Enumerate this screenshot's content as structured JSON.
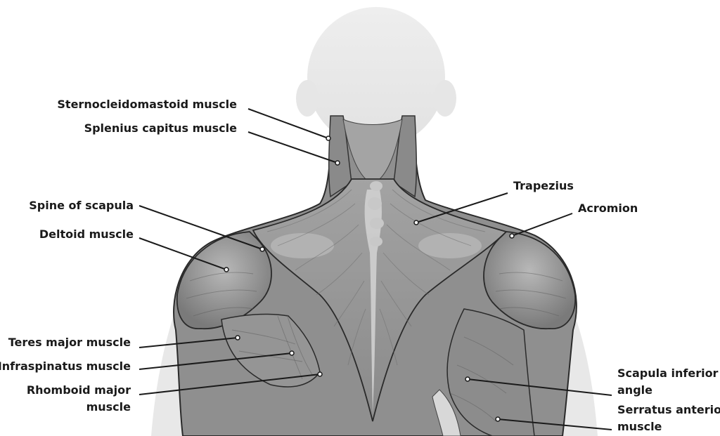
{
  "labels": {
    "sternocleidomastoid": "Sternocleidomastoid muscle",
    "splenius": "Splenius capitus muscle",
    "spine_scapula": "Spine of scapula",
    "deltoid": "Deltoid muscle",
    "teres_major": "Teres major muscle",
    "infraspinatus": "Infraspinatus muscle",
    "rhomboid_1": "Rhomboid major",
    "rhomboid_2": "muscle",
    "trapezius": "Trapezius",
    "acromion": "Acromion",
    "scapula_inferior_1": "Scapula inferior",
    "scapula_inferior_2": "angle",
    "serratus_1": "Serratus anterior",
    "serratus_2": "muscle"
  },
  "colors": {
    "silhouette": "#ededed",
    "muscle_dark": "#7d7d7d",
    "muscle_mid": "#9a9a9a",
    "muscle_light": "#bdbdbd",
    "outline": "#2a2a2a",
    "text": "#1a1a1a"
  }
}
